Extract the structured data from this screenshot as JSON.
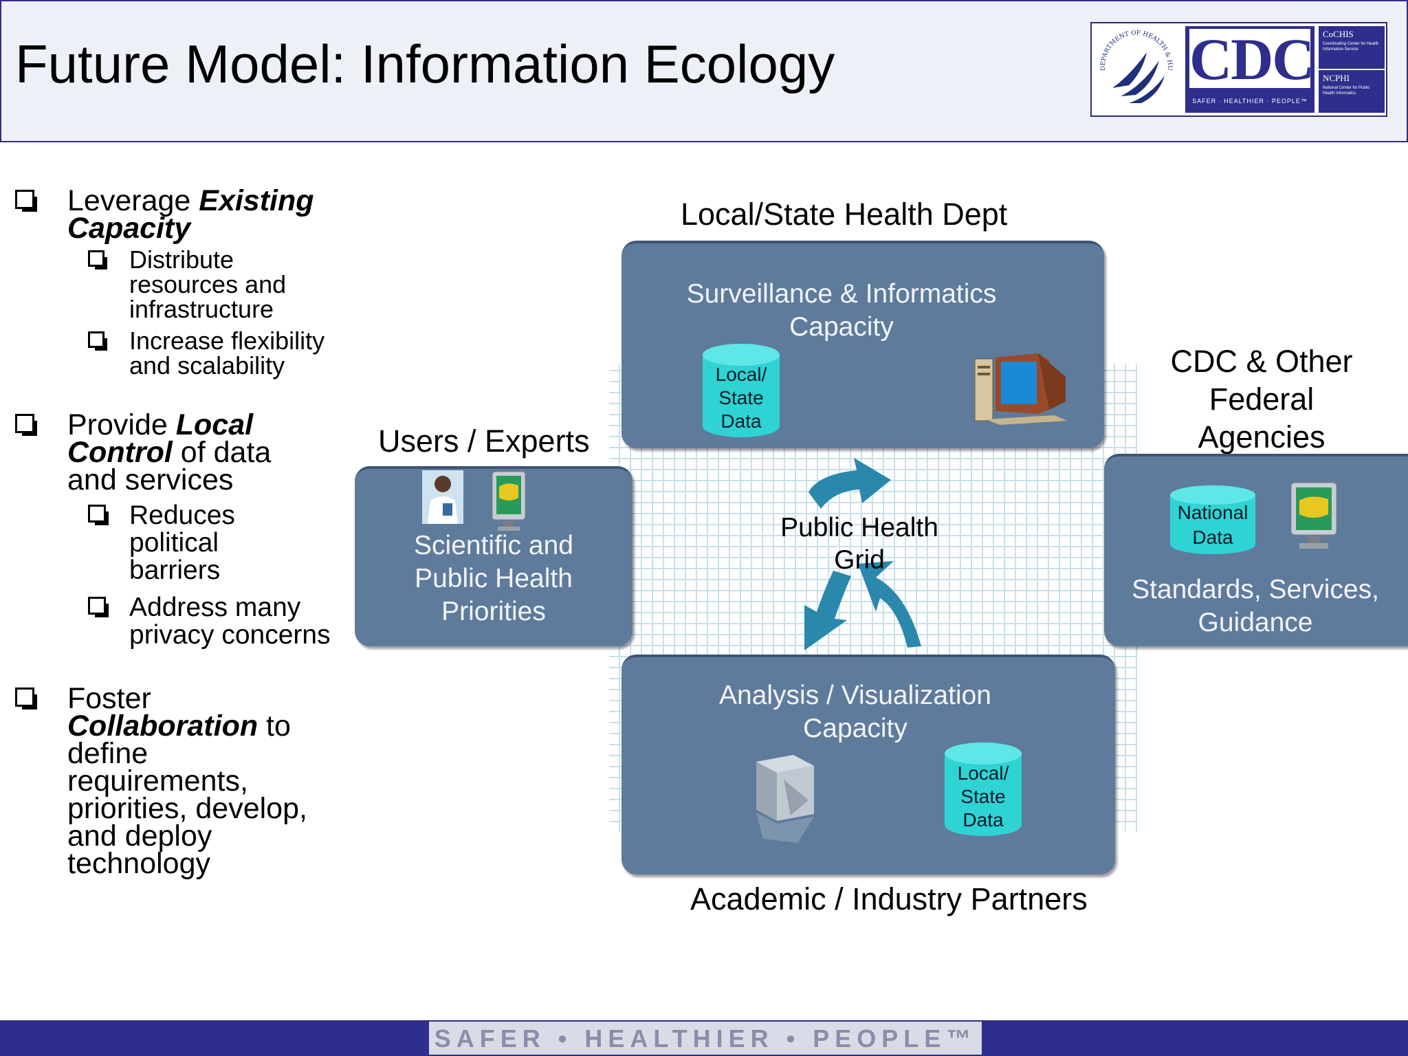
{
  "header": {
    "title": "Future Model: Information Ecology",
    "logo": {
      "hhs_seal_text": "DEPARTMENT OF HEALTH & HUMAN SERVICES·USA",
      "cdc": "CDC",
      "cdc_tagline": "SAFER · HEALTHIER · PEOPLE™",
      "coches": "CoCHIS",
      "coches_desc": "Coordinating Center for Health Information Service",
      "ncphi": "NCPHI",
      "ncphi_desc": "National Center for Public Health Informatics"
    },
    "colors": {
      "header_bg": "#eef0f8",
      "header_border": "#2e2e8c"
    }
  },
  "bullets": {
    "b1": {
      "pre": "Leverage ",
      "em": "Existing Capacity",
      "post": ""
    },
    "b1_subs": [
      "Distribute resources and infrastructure",
      "Increase flexibility and scalability"
    ],
    "b2": {
      "pre": "Provide ",
      "em": "Local Control",
      "post": " of data and services"
    },
    "b2_subs": [
      "Reduces political barriers",
      "Address many privacy concerns"
    ],
    "b3": {
      "pre": "Foster ",
      "em": "Collaboration",
      "post": " to define requirements, priorities, develop, and deploy technology"
    }
  },
  "diagram": {
    "top": {
      "heading": "Local/State Health Dept",
      "panel_text": "Surveillance & Informatics Capacity",
      "cylinder": "Local/ State Data",
      "icon": "computer-icon"
    },
    "left": {
      "heading": "Users / Experts",
      "panel_text": "Scientific and Public Health Priorities",
      "icons": [
        "doctor-icon",
        "map-monitor-icon"
      ]
    },
    "right": {
      "heading": "CDC & Other Federal Agencies",
      "panel_text": "Standards, Services, Guidance",
      "cylinder": "National Data",
      "icon": "map-monitor-icon"
    },
    "bottom": {
      "heading": "Academic / Industry Partners",
      "panel_text": "Analysis / Visualization Capacity",
      "cylinder": "Local/ State Data",
      "icon": "cube-icon"
    },
    "center": "Public Health Grid",
    "colors": {
      "panel": "#5f7b9c",
      "cylinder": "#2fd3d3",
      "arrows": "#2a88ac",
      "grid": "#9ec8d8"
    }
  },
  "footer": {
    "tagline": "SAFER • HEALTHIER • PEOPLE™",
    "colors": {
      "bar": "#2e2e8c"
    }
  }
}
